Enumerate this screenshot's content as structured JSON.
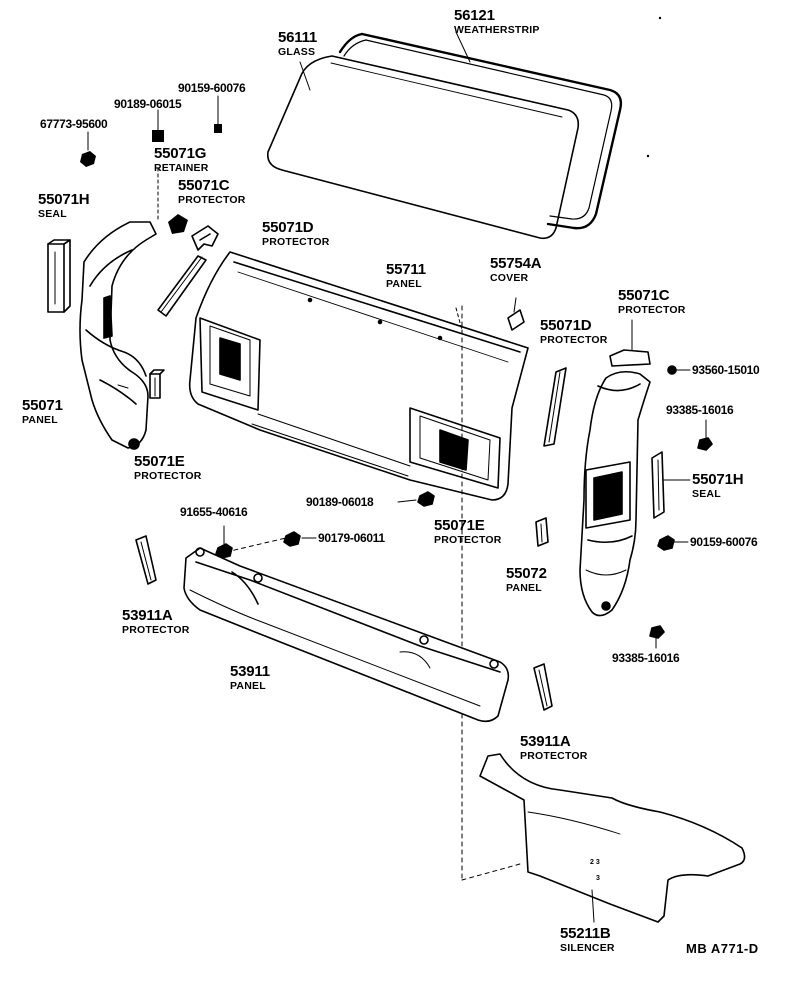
{
  "labels": {
    "glass": {
      "num": "56111",
      "name": "GLASS"
    },
    "weatherstrip": {
      "num": "56121",
      "name": "WEATHERSTRIP"
    },
    "bolt_90159_top": "90159-60076",
    "clip_90189_top": "90189-06015",
    "nut_67773": "67773-95600",
    "retainer": {
      "num": "55071G",
      "name": "RETAINER"
    },
    "protector_55071c_left": {
      "num": "55071C",
      "name": "PROTECTOR"
    },
    "seal_55071h_left": {
      "num": "55071H",
      "name": "SEAL"
    },
    "protector_55071d_left": {
      "num": "55071D",
      "name": "PROTECTOR"
    },
    "panel_55711": {
      "num": "55711",
      "name": "PANEL"
    },
    "cover_55754a": {
      "num": "55754A",
      "name": "COVER"
    },
    "protector_55071c_right": {
      "num": "55071C",
      "name": "PROTECTOR"
    },
    "protector_55071d_right": {
      "num": "55071D",
      "name": "PROTECTOR"
    },
    "screw_93560": "93560-15010",
    "panel_55071": {
      "num": "55071",
      "name": "PANEL"
    },
    "protector_55071e_left": {
      "num": "55071E",
      "name": "PROTECTOR"
    },
    "screw_93385_upper": "93385-16016",
    "seal_55071h_right": {
      "num": "55071H",
      "name": "SEAL"
    },
    "clip_90189_06018": "90189-06018",
    "nut_91655": "91655-40616",
    "clip_90179": "90179-06011",
    "protector_55071e_right": {
      "num": "55071E",
      "name": "PROTECTOR"
    },
    "bolt_90159_right": "90159-60076",
    "panel_55072": {
      "num": "55072",
      "name": "PANEL"
    },
    "screw_93385_lower": "93385-16016",
    "protector_53911a_left": {
      "num": "53911A",
      "name": "PROTECTOR"
    },
    "panel_53911": {
      "num": "53911",
      "name": "PANEL"
    },
    "protector_53911a_right": {
      "num": "53911A",
      "name": "PROTECTOR"
    },
    "silencer": {
      "num": "55211B",
      "name": "SILENCER"
    },
    "drawing_code": "MB  A771-D"
  }
}
